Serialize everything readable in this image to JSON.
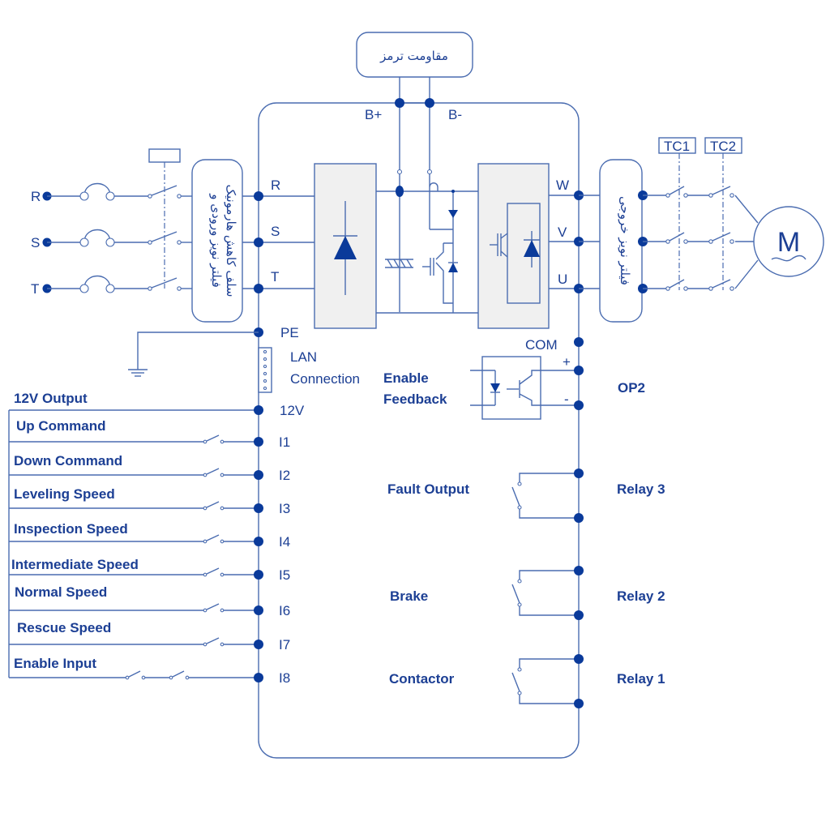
{
  "brake_resistor": {
    "label": "مقاومت ترمز",
    "plus": "B+",
    "minus": "B-"
  },
  "mains_inputs": [
    "R",
    "S",
    "T"
  ],
  "input_filter": {
    "line1": "فیلتر نویز ورودی و",
    "line2": "سلف کاهش هارمونیک"
  },
  "drive_terminals_in": [
    "R",
    "S",
    "T"
  ],
  "drive_terminals_out": [
    "W",
    "V",
    "U"
  ],
  "output_filter": {
    "label": "فیلتر نویز خروجی"
  },
  "contactors": [
    "TC1",
    "TC2"
  ],
  "motor": {
    "label": "M"
  },
  "pe_label": "PE",
  "lan": {
    "line1": "LAN",
    "line2": "Connection"
  },
  "com_label": "COM",
  "enable_feedback": {
    "line1": "Enable",
    "line2": "Feedback",
    "output": "OP2",
    "plus": "+",
    "minus": "-"
  },
  "supply": {
    "label": "12V Output",
    "terminal": "12V"
  },
  "inputs": [
    {
      "label": "Up Command",
      "terminal": "I1"
    },
    {
      "label": "Down Command",
      "terminal": "I2"
    },
    {
      "label": "Leveling Speed",
      "terminal": "I3"
    },
    {
      "label": "Inspection Speed",
      "terminal": "I4"
    },
    {
      "label": "Intermediate Speed",
      "terminal": "I5"
    },
    {
      "label": "Normal Speed",
      "terminal": "I6"
    },
    {
      "label": "Rescue Speed",
      "terminal": "I7"
    },
    {
      "label": "Enable Input",
      "terminal": "I8"
    }
  ],
  "relays": [
    {
      "function": "Fault Output",
      "name": "Relay 3"
    },
    {
      "function": "Brake",
      "name": "Relay 2"
    },
    {
      "function": "Contactor",
      "name": "Relay 1"
    }
  ]
}
